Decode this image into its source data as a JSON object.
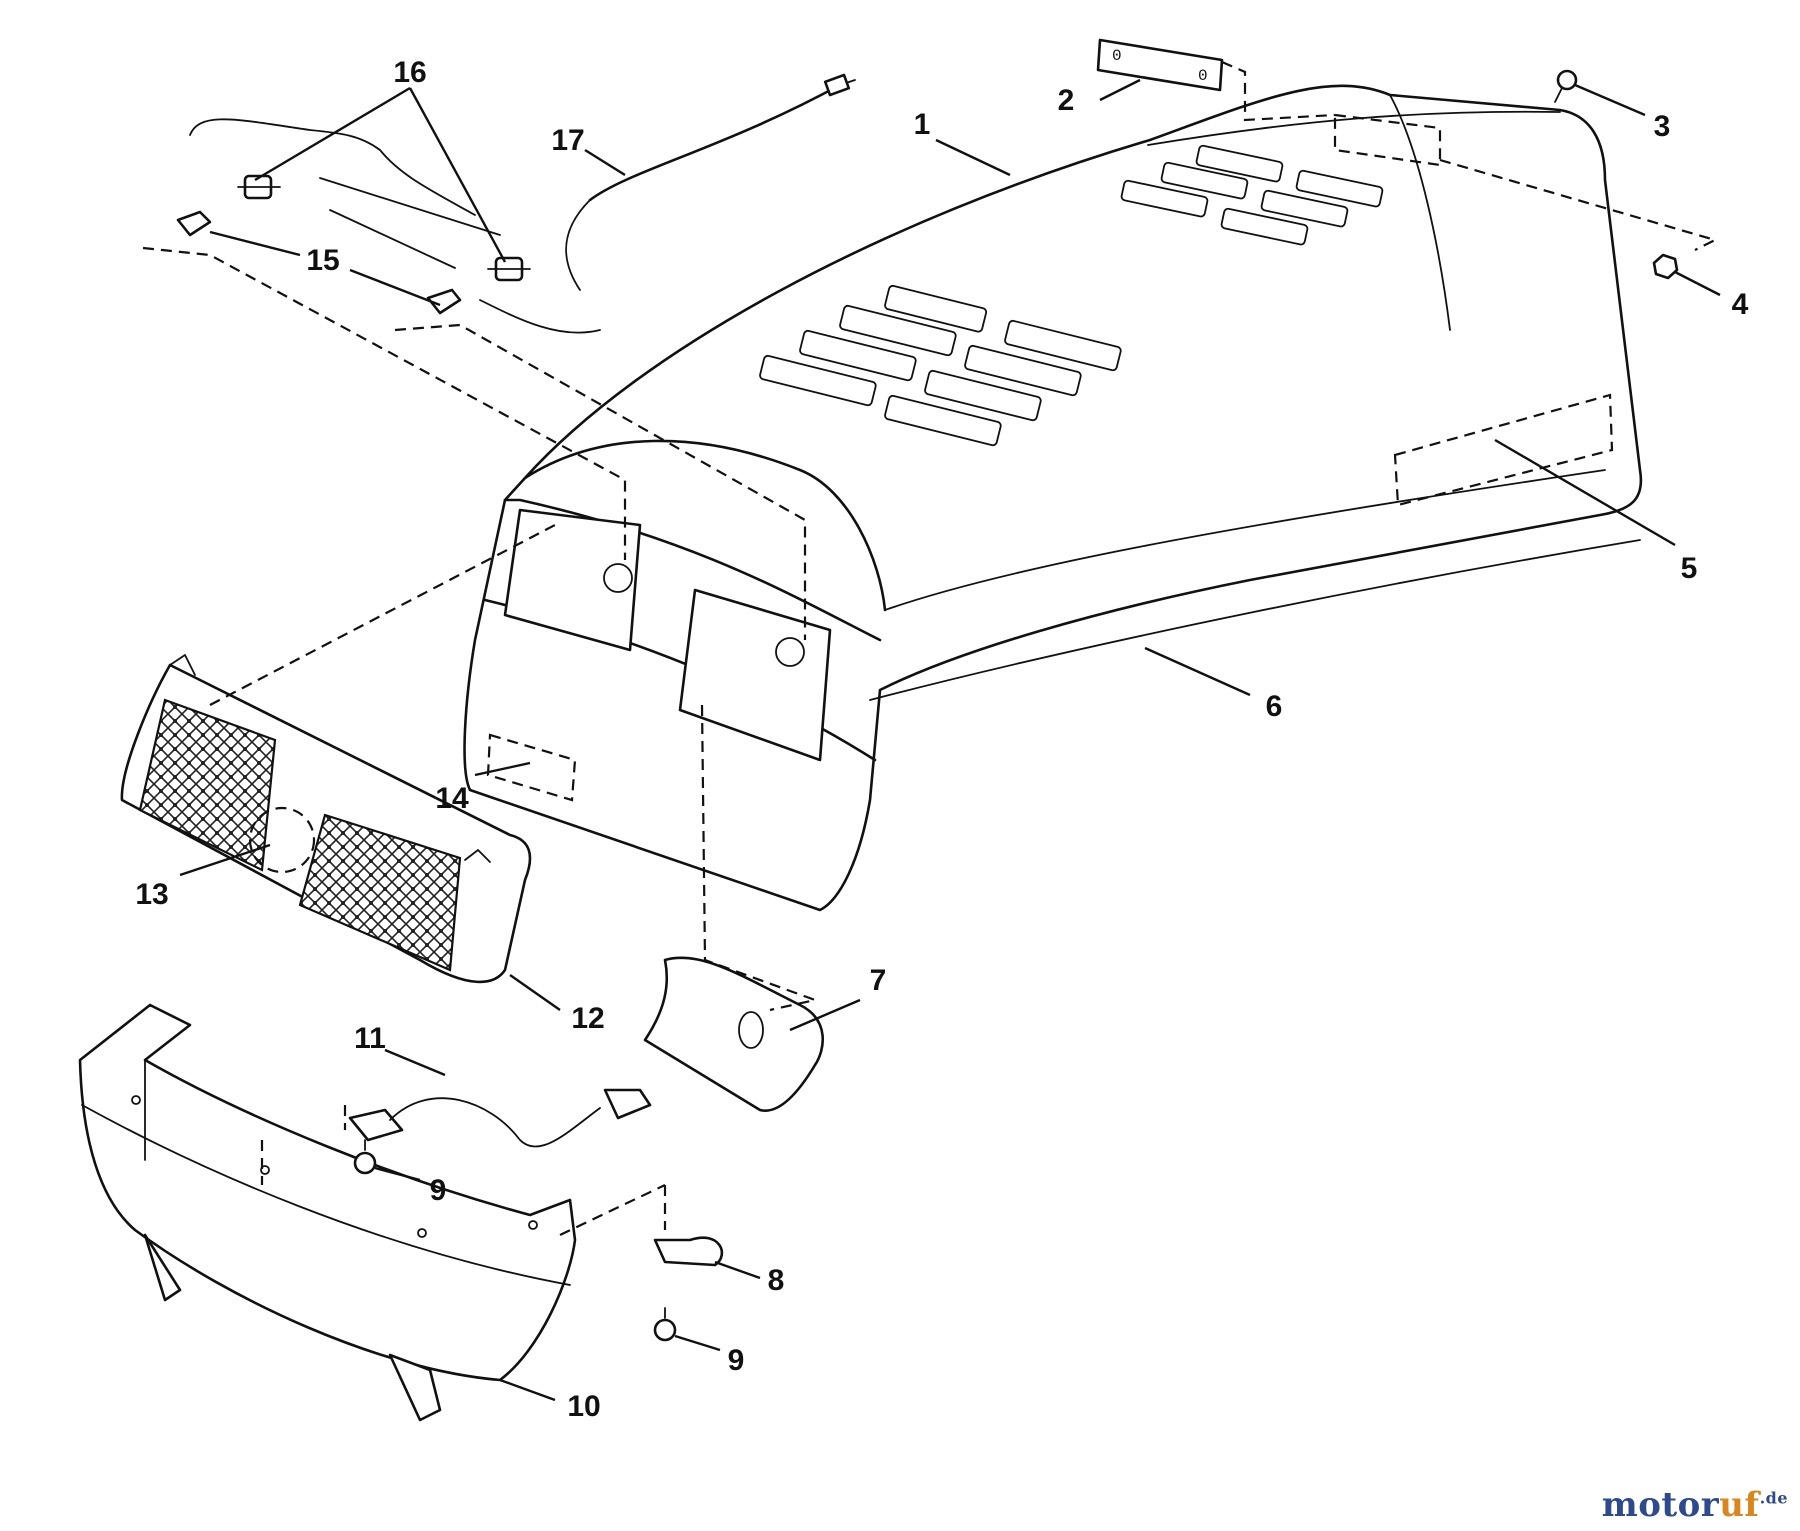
{
  "callouts": [
    {
      "id": "1",
      "label": "1"
    },
    {
      "id": "2",
      "label": "2"
    },
    {
      "id": "3",
      "label": "3"
    },
    {
      "id": "4",
      "label": "4"
    },
    {
      "id": "5",
      "label": "5"
    },
    {
      "id": "6",
      "label": "6"
    },
    {
      "id": "7",
      "label": "7"
    },
    {
      "id": "8",
      "label": "8"
    },
    {
      "id": "9a",
      "label": "9"
    },
    {
      "id": "9b",
      "label": "9"
    },
    {
      "id": "10",
      "label": "10"
    },
    {
      "id": "11",
      "label": "11"
    },
    {
      "id": "12",
      "label": "12"
    },
    {
      "id": "13",
      "label": "13"
    },
    {
      "id": "14",
      "label": "14"
    },
    {
      "id": "15",
      "label": "15"
    },
    {
      "id": "16",
      "label": "16"
    },
    {
      "id": "17",
      "label": "17"
    }
  ],
  "watermark": {
    "part_a": "motor",
    "part_b": "uf",
    "part_c": ".de"
  },
  "colors": {
    "ink": "#111111",
    "watermark_blue": "#2d4a8c",
    "watermark_orange": "#d9861c"
  }
}
